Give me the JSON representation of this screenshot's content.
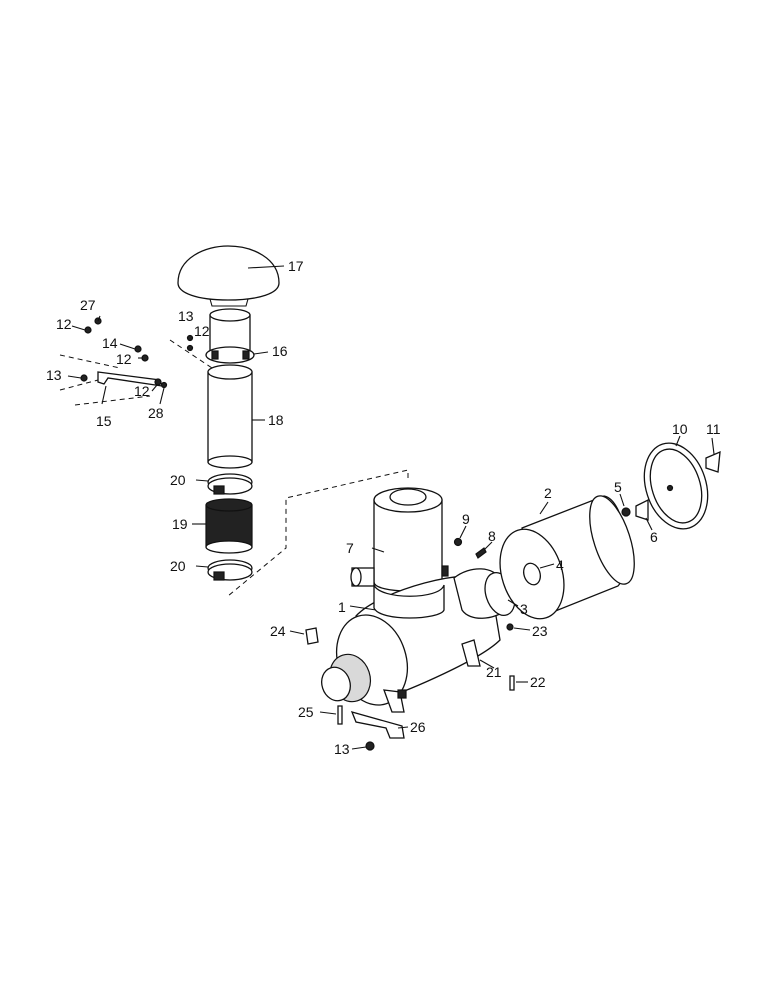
{
  "callouts": [
    {
      "id": "c1",
      "text": "1"
    },
    {
      "id": "c2",
      "text": "2"
    },
    {
      "id": "c3",
      "text": "3"
    },
    {
      "id": "c4",
      "text": "4"
    },
    {
      "id": "c5",
      "text": "5"
    },
    {
      "id": "c6",
      "text": "6"
    },
    {
      "id": "c7",
      "text": "7"
    },
    {
      "id": "c8",
      "text": "8"
    },
    {
      "id": "c9",
      "text": "9"
    },
    {
      "id": "c10",
      "text": "10"
    },
    {
      "id": "c11",
      "text": "11"
    },
    {
      "id": "c12a",
      "text": "12"
    },
    {
      "id": "c12b",
      "text": "12"
    },
    {
      "id": "c12c",
      "text": "12"
    },
    {
      "id": "c12d",
      "text": "12"
    },
    {
      "id": "c13a",
      "text": "13"
    },
    {
      "id": "c13b",
      "text": "13"
    },
    {
      "id": "c13c",
      "text": "13"
    },
    {
      "id": "c14",
      "text": "14"
    },
    {
      "id": "c15",
      "text": "15"
    },
    {
      "id": "c16",
      "text": "16"
    },
    {
      "id": "c17",
      "text": "17"
    },
    {
      "id": "c18",
      "text": "18"
    },
    {
      "id": "c19",
      "text": "19"
    },
    {
      "id": "c20a",
      "text": "20"
    },
    {
      "id": "c20b",
      "text": "20"
    },
    {
      "id": "c21",
      "text": "21"
    },
    {
      "id": "c22",
      "text": "22"
    },
    {
      "id": "c23",
      "text": "23"
    },
    {
      "id": "c24",
      "text": "24"
    },
    {
      "id": "c25",
      "text": "25"
    },
    {
      "id": "c26",
      "text": "26"
    },
    {
      "id": "c27",
      "text": "27"
    },
    {
      "id": "c28",
      "text": "28"
    }
  ]
}
